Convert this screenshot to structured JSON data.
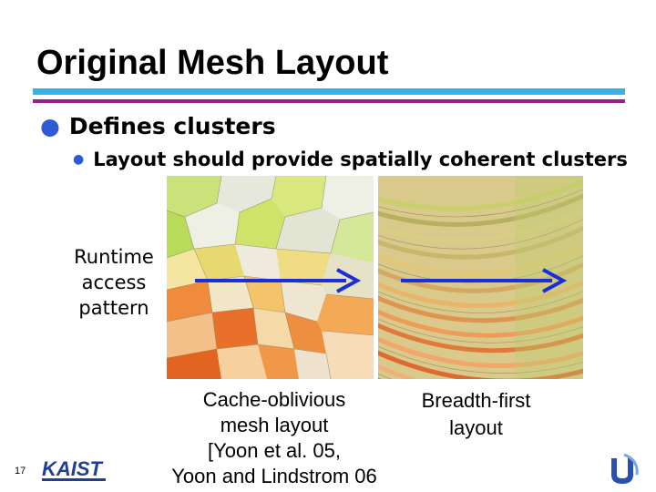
{
  "slide": {
    "title": "Original Mesh Layout",
    "bullet_level1": "Defines clusters",
    "bullet_level2": "Layout should provide spatially coherent clusters",
    "runtime_label_line1": "Runtime",
    "runtime_label_line2": "access",
    "runtime_label_line3": "pattern",
    "caption_left_lines": [
      "Cache-oblivious",
      "mesh layout",
      "[Yoon et al. 05,",
      "Yoon and Lindstrom 06"
    ],
    "caption_right_lines": [
      "Breadth-first",
      "layout"
    ],
    "page_number": "17",
    "logo_left_text": "KAIST"
  },
  "colors": {
    "title_rule_blue": "#33b3e6",
    "title_rule_purple": "#9b1d8f",
    "bullet": "#2d5bd6",
    "arrow": "#1a2fd6"
  },
  "icons": [
    "bullet-dot-icon",
    "arrow-right-icon",
    "kaist-logo",
    "unc-logo"
  ]
}
